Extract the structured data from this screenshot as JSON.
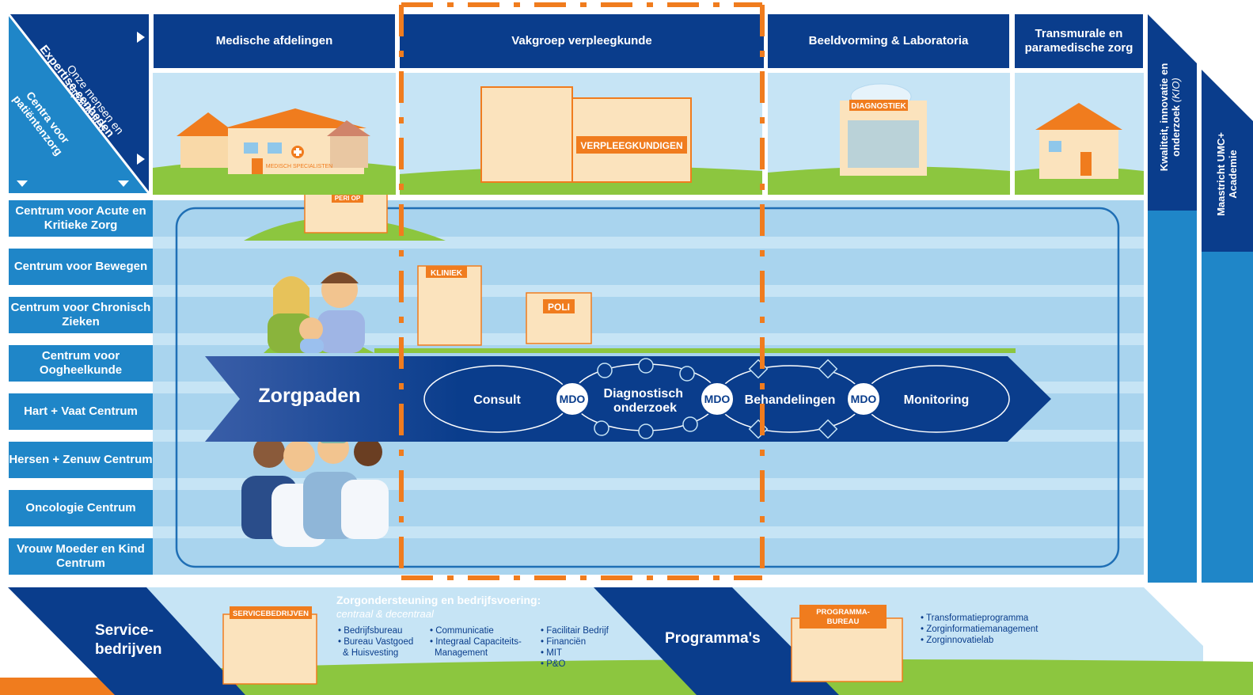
{
  "corner": {
    "capacities_label": "Onze mensen en capaciteiten",
    "expertise_label": "Expertise-eenheden",
    "centres_label": "Centra voor patiëntenzorg"
  },
  "columns": [
    {
      "label": "Medische afdelingen"
    },
    {
      "label": "Vakgroep verpleegkunde"
    },
    {
      "label": "Beeldvorming & Laboratoria"
    },
    {
      "label": "Transmurale en paramedische zorg"
    }
  ],
  "side_columns": {
    "kio": {
      "label": "Kwaliteit, innovatie en onderzoek",
      "abbr": "(KIO)"
    },
    "academy": {
      "label": "Maastricht UMC+ Academie"
    }
  },
  "centres": [
    {
      "label": "Centrum voor Acute en Kritieke Zorg"
    },
    {
      "label": "Centrum voor Bewegen"
    },
    {
      "label": "Centrum voor Chronisch Zieken"
    },
    {
      "label": "Centrum voor Oogheelkunde"
    },
    {
      "label": "Hart + Vaat Centrum"
    },
    {
      "label": "Hersen + Zenuw Centrum"
    },
    {
      "label": "Oncologie Centrum"
    },
    {
      "label": "Vrouw Moeder en Kind Centrum"
    }
  ],
  "buildings": {
    "medical": "MEDISCH SPECIALISTEN",
    "periop": "PERI OP",
    "nursing": "VERPLEEGKUNDIGEN",
    "diagnostics": "DIAGNOSTIEK",
    "clinic": "KLINIEK",
    "outpatient": "POLI",
    "service": "SERVICEBEDRIJVEN",
    "program": "PROGRAMMA-BUREAU"
  },
  "pathway": {
    "title": "Zorgpaden",
    "steps": [
      "Consult",
      "Diagnostisch onderzoek",
      "Behandelingen",
      "Monitoring"
    ],
    "mdo_label": "MDO"
  },
  "bottom": {
    "service_label": "Service-bedrijven",
    "support_title": "Zorgondersteuning en bedrijfsvoering:",
    "support_subtitle": "centraal & decentraal",
    "support_col1": [
      "• Bedrijfsbureau",
      "• Bureau Vastgoed",
      "  & Huisvesting"
    ],
    "support_col2": [
      "• Communicatie",
      "• Integraal Capaciteits-",
      "  Management"
    ],
    "support_col3": [
      "• Facilitair Bedrijf",
      "• Financiën",
      "• MIT",
      "• P&O"
    ],
    "programs_label": "Programma's",
    "programs_list": [
      "• Transformatieprogramma",
      "• Zorginformatiemanagement",
      "• Zorginnovatielab"
    ]
  },
  "colors": {
    "navy": "#0a3d8c",
    "blue": "#1f86c8",
    "lane": "#a9d4ee",
    "sky": "#c6e4f5",
    "orange": "#f07c1e",
    "green": "#8cc63f"
  }
}
